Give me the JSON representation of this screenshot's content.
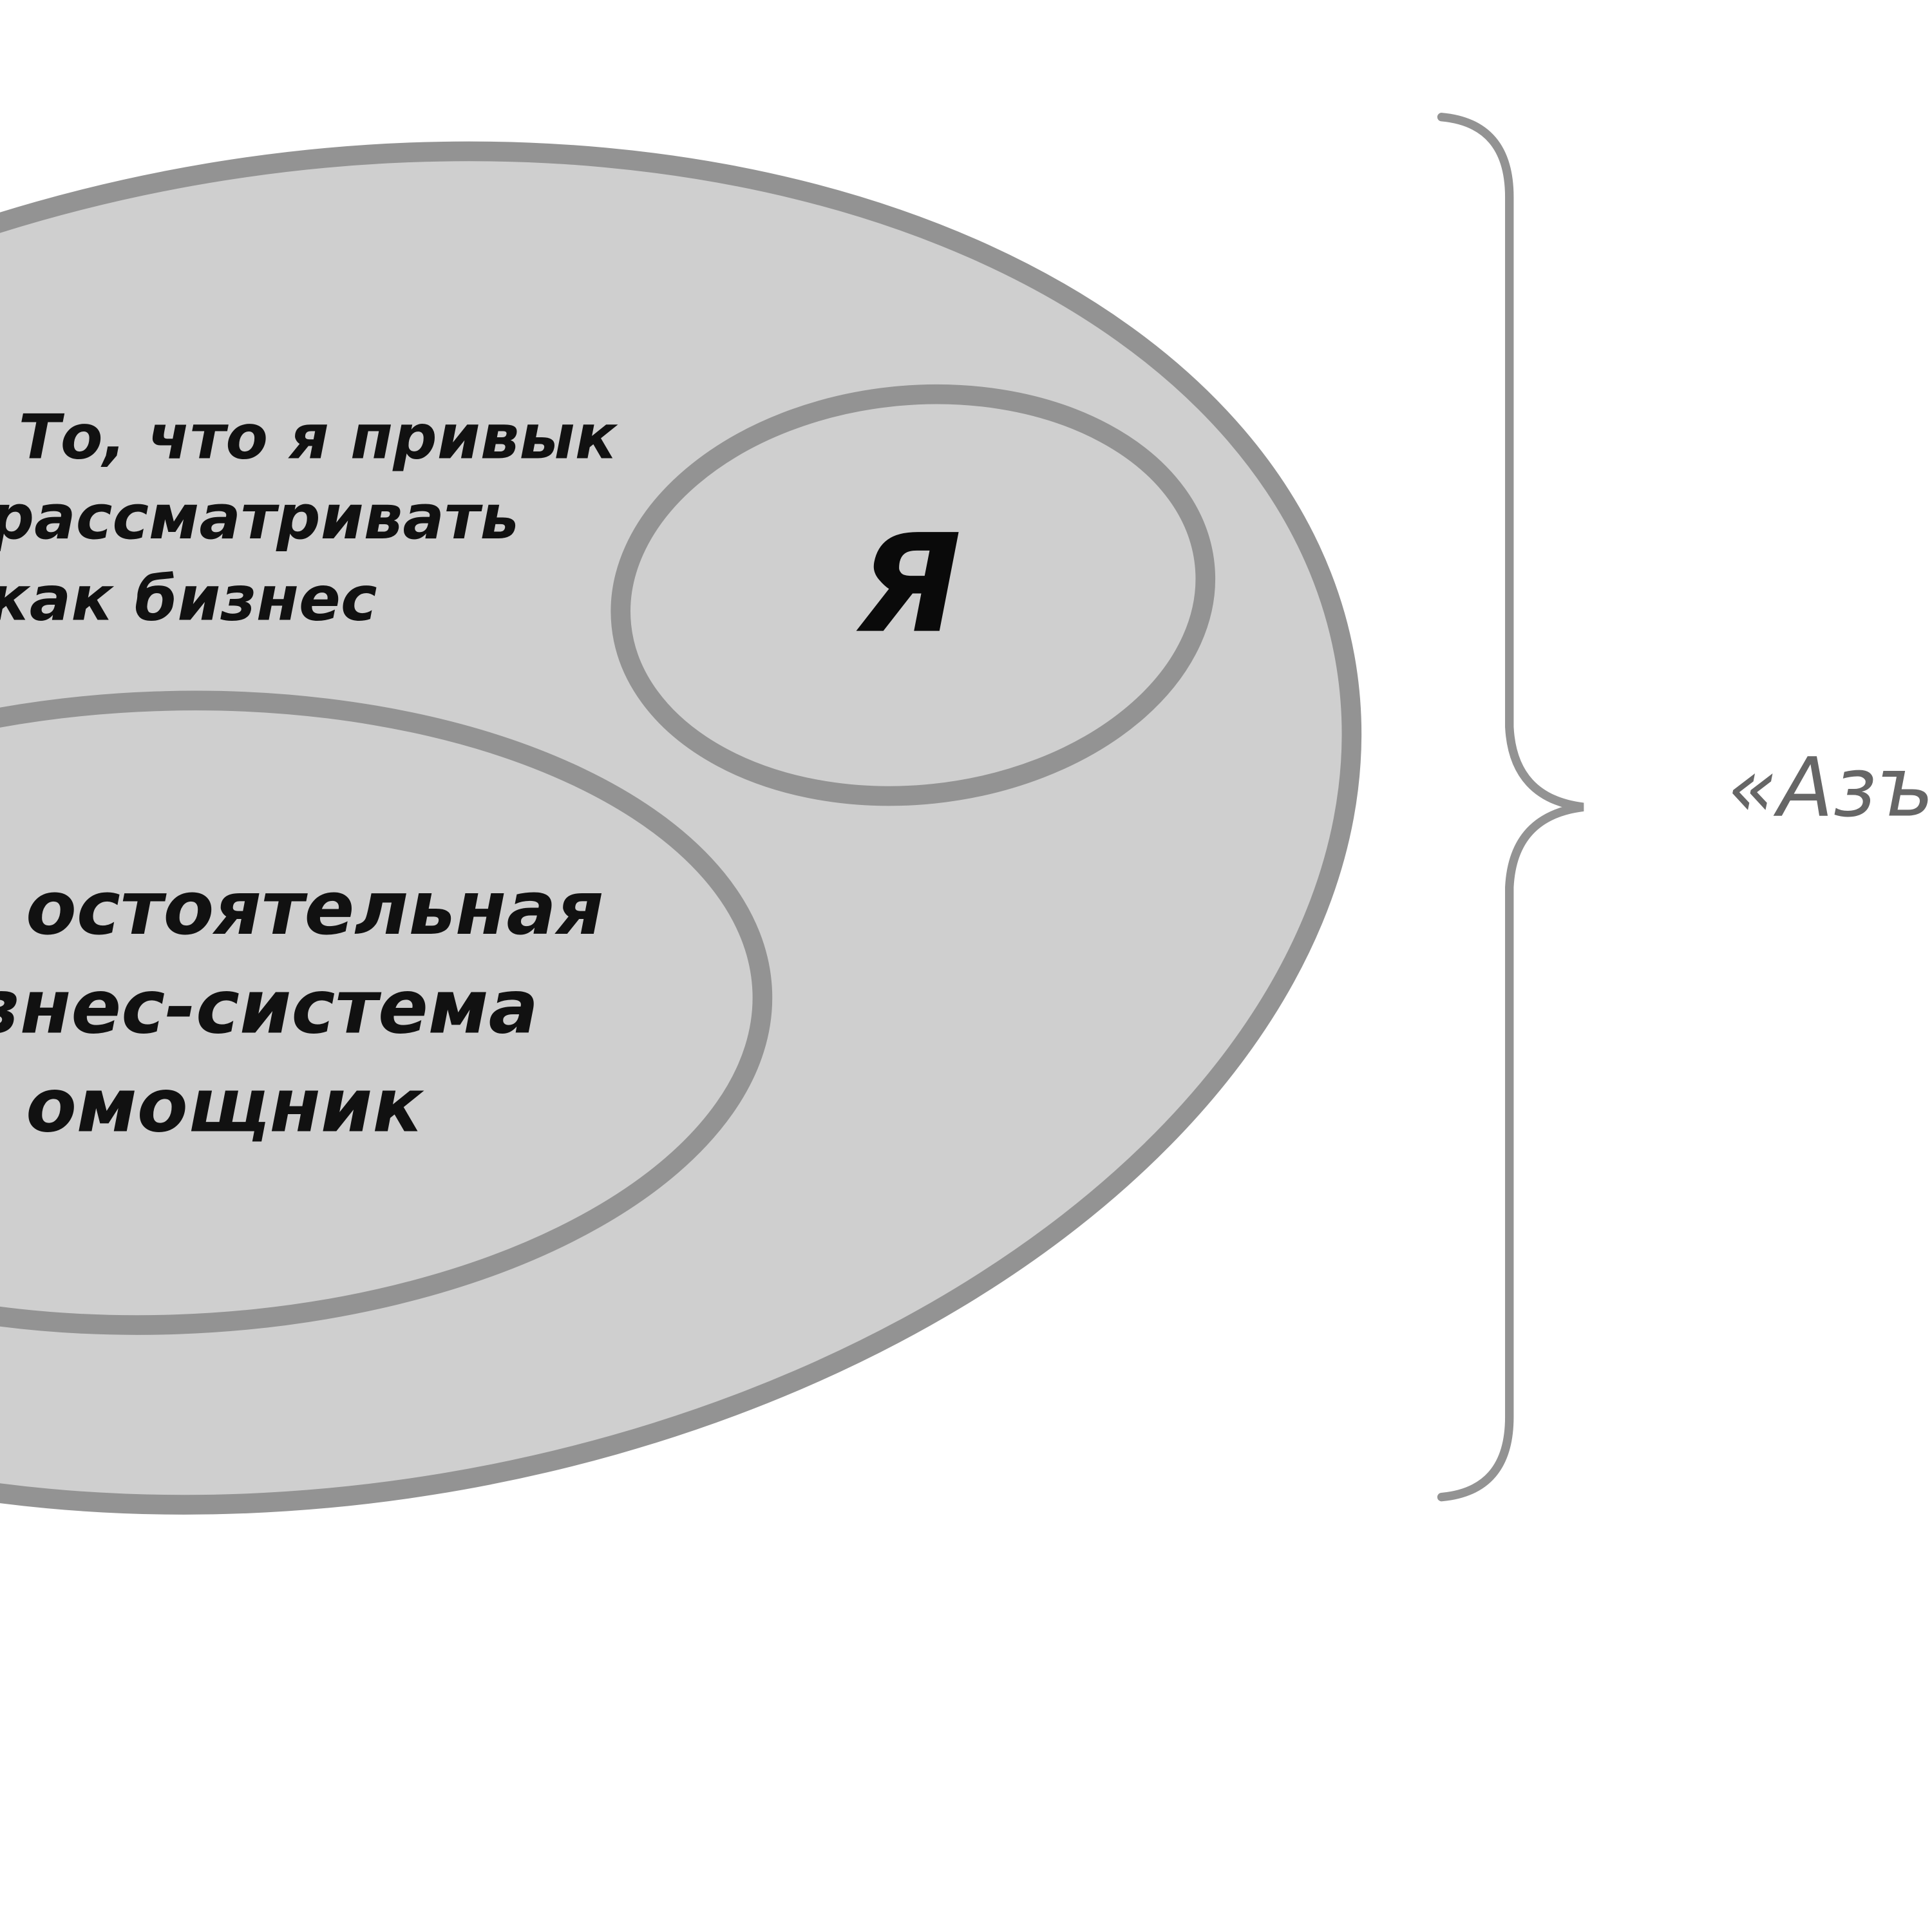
{
  "diagram": {
    "business_label": [
      "То, что я привык",
      "рассматривать",
      "как бизнес"
    ],
    "self_label": "Я",
    "system_label": [
      "остоятельная",
      "знес-система",
      "омощник"
    ],
    "side_label": "«Азъ"
  },
  "colors": {
    "fill": "#cfcfcf",
    "stroke": "#939393",
    "side_text": "#666666"
  }
}
